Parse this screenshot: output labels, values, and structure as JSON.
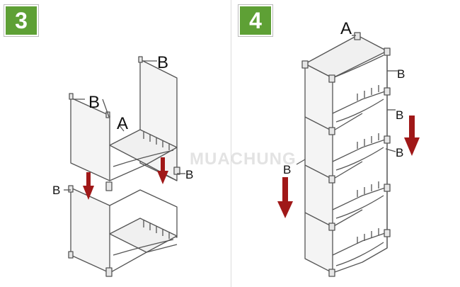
{
  "steps": [
    {
      "number": "3",
      "labels": {
        "top_right": "B",
        "top_left": "B",
        "shelf": "A",
        "middle_right": "B",
        "middle_left": "B"
      }
    },
    {
      "number": "4",
      "labels": {
        "top": "A",
        "b1": "B",
        "b2": "B",
        "b3": "B",
        "b4": "B"
      }
    }
  ],
  "watermark": "MUACHUNG",
  "colors": {
    "badge": "#5ea035",
    "arrow": "#a01818",
    "line": "#555555"
  },
  "icons": {
    "arrow": "down-arrow-icon"
  }
}
